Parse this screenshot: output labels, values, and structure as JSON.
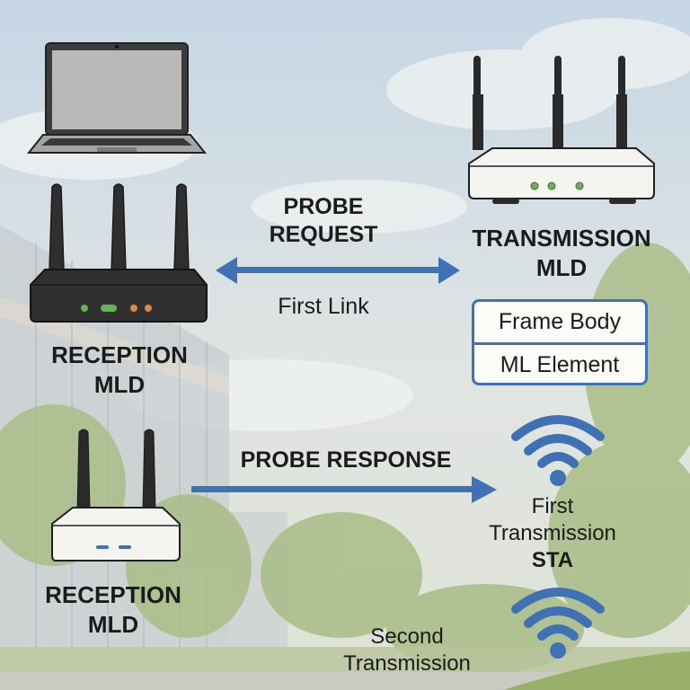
{
  "colors": {
    "arrow": "#3f72b5",
    "wifi": "#3f72b5",
    "led_green": "#6bb05a",
    "led_orange": "#d9894e",
    "led_blue": "#3f72b5",
    "sky_top": "#c9d8e6",
    "foliage": "#a8bf84"
  },
  "devices": {
    "laptop": {
      "icon": "laptop-icon"
    },
    "reception_mld_1": {
      "icon": "router-icon",
      "label_line1": "RECEPTION",
      "label_line2": "MLD"
    },
    "reception_mld_2": {
      "icon": "router-icon",
      "label_line1": "RECEPTION",
      "label_line2": "MLD"
    },
    "transmission_mld": {
      "icon": "router-icon",
      "label_line1": "TRANSMISSION",
      "label_line2": "MLD"
    }
  },
  "links": {
    "probe_request": {
      "label_line1": "PROBE",
      "label_line2": "REQUEST",
      "sublabel": "First Link",
      "direction": "bidirectional"
    },
    "probe_response": {
      "label": "PROBE RESPONSE",
      "direction": "right"
    }
  },
  "frame": {
    "rows": [
      "Frame Body",
      "ML Element"
    ]
  },
  "stations": {
    "first": {
      "icon": "wifi-icon",
      "label_line1": "First",
      "label_line2": "Transmission",
      "label_line3": "STA"
    },
    "second": {
      "icon": "wifi-icon",
      "label_line1": "Second",
      "label_line2": "Transmission"
    }
  }
}
